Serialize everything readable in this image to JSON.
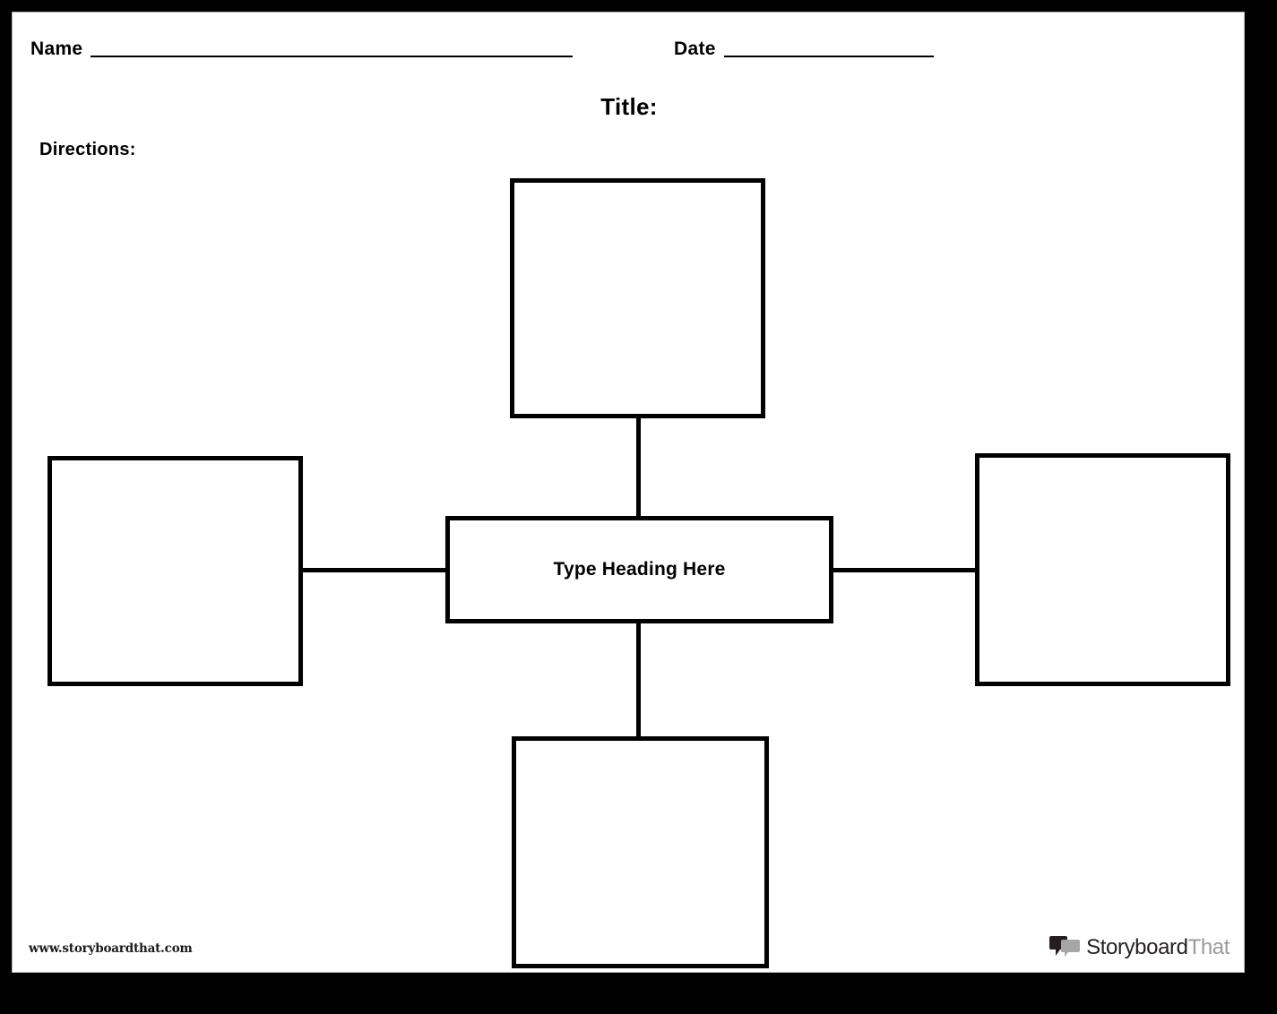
{
  "page": {
    "document_type": "spider-map-worksheet",
    "frame_color": "#000000",
    "sheet_color": "#ffffff",
    "ink_color": "#000000"
  },
  "header": {
    "name_label": "Name",
    "date_label": "Date",
    "title_label": "Title:",
    "directions_label": "Directions:"
  },
  "map": {
    "center": {
      "label": "Type Heading Here"
    },
    "nodes": [
      {
        "id": "top",
        "label": ""
      },
      {
        "id": "left",
        "label": ""
      },
      {
        "id": "right",
        "label": ""
      },
      {
        "id": "bottom",
        "label": ""
      }
    ],
    "connectors": [
      {
        "from": "top",
        "to": "center",
        "orientation": "vertical"
      },
      {
        "from": "center",
        "to": "bottom",
        "orientation": "vertical"
      },
      {
        "from": "left",
        "to": "center",
        "orientation": "horizontal"
      },
      {
        "from": "center",
        "to": "right",
        "orientation": "horizontal"
      }
    ]
  },
  "footer": {
    "url": "www.storyboardthat.com",
    "brand_primary": "Storyboard",
    "brand_secondary": "That",
    "brand_mark_colors": {
      "back_bubble": "#231f20",
      "front_bubble": "#a6a6a6"
    }
  }
}
